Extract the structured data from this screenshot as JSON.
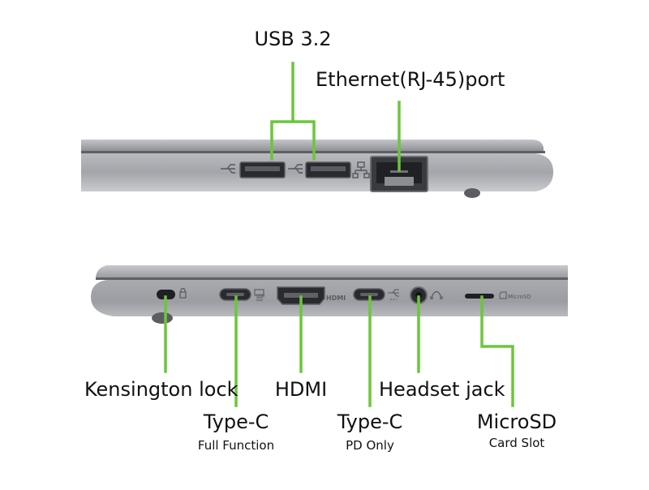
{
  "colors": {
    "leader": "#6cc63a",
    "chassis": "#a7a9ae",
    "chassis_dark": "#7c7e84",
    "port": "#2c2d31",
    "text": "#111111"
  },
  "top_view": {
    "labels": {
      "usb": "USB 3.2",
      "ethernet": "Ethernet(RJ-45)port"
    },
    "icons": [
      "usb-icon",
      "usb-icon",
      "network-icon"
    ]
  },
  "bottom_view": {
    "port_markings": {
      "usb_c": "USB",
      "hdmi": "HDMI",
      "microsd": "MicroSD"
    },
    "labels": {
      "kensington": "Kensington lock",
      "typec_full": "Type-C",
      "typec_full_sub": "Full Function",
      "hdmi": "HDMI",
      "headset": "Headset jack",
      "typec_pd": "Type-C",
      "typec_pd_sub": "PD Only",
      "microsd": "MicroSD",
      "microsd_sub": "Card Slot"
    },
    "icons": [
      "lock-icon",
      "usb-c-icon",
      "usb-icon",
      "headset-icon",
      "sd-card-icon"
    ]
  }
}
